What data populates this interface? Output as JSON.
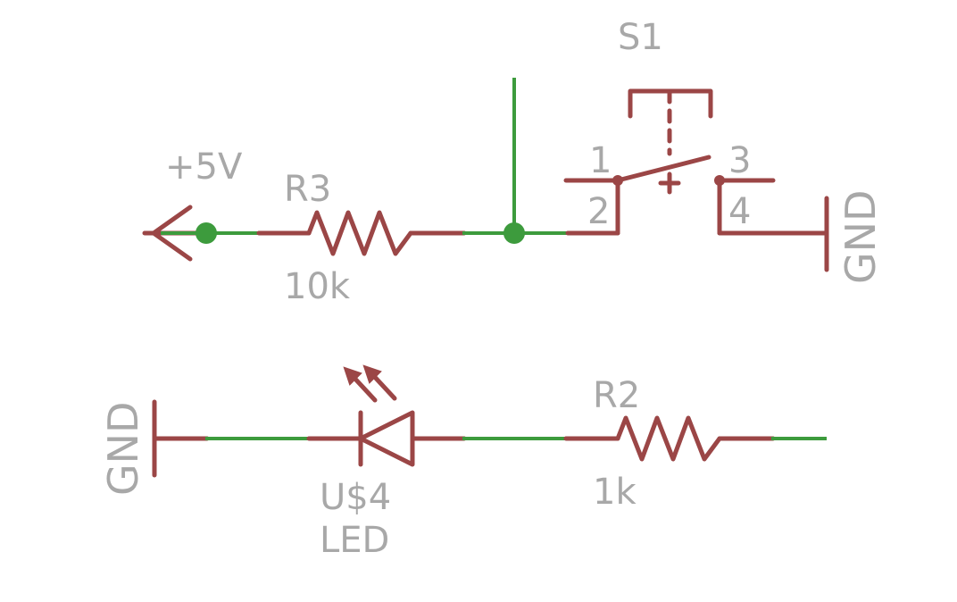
{
  "colors": {
    "part": "#9b4646",
    "net": "#3d9b3d",
    "label": "#a8a8a8",
    "background": "#ffffff"
  },
  "supply": {
    "label": "+5V",
    "icon": "arrow-supply-icon"
  },
  "r3": {
    "name": "R3",
    "value": "10k"
  },
  "s1": {
    "name": "S1",
    "pin1": "1",
    "pin2": "2",
    "pin3": "3",
    "pin4": "4"
  },
  "gnd_right": {
    "label": "GND",
    "icon": "ground-symbol-icon"
  },
  "gnd_left": {
    "label": "GND",
    "icon": "ground-symbol-icon"
  },
  "led": {
    "name": "U$4",
    "value": "LED",
    "icon": "led-symbol-icon"
  },
  "r2": {
    "name": "R2",
    "value": "1k"
  }
}
